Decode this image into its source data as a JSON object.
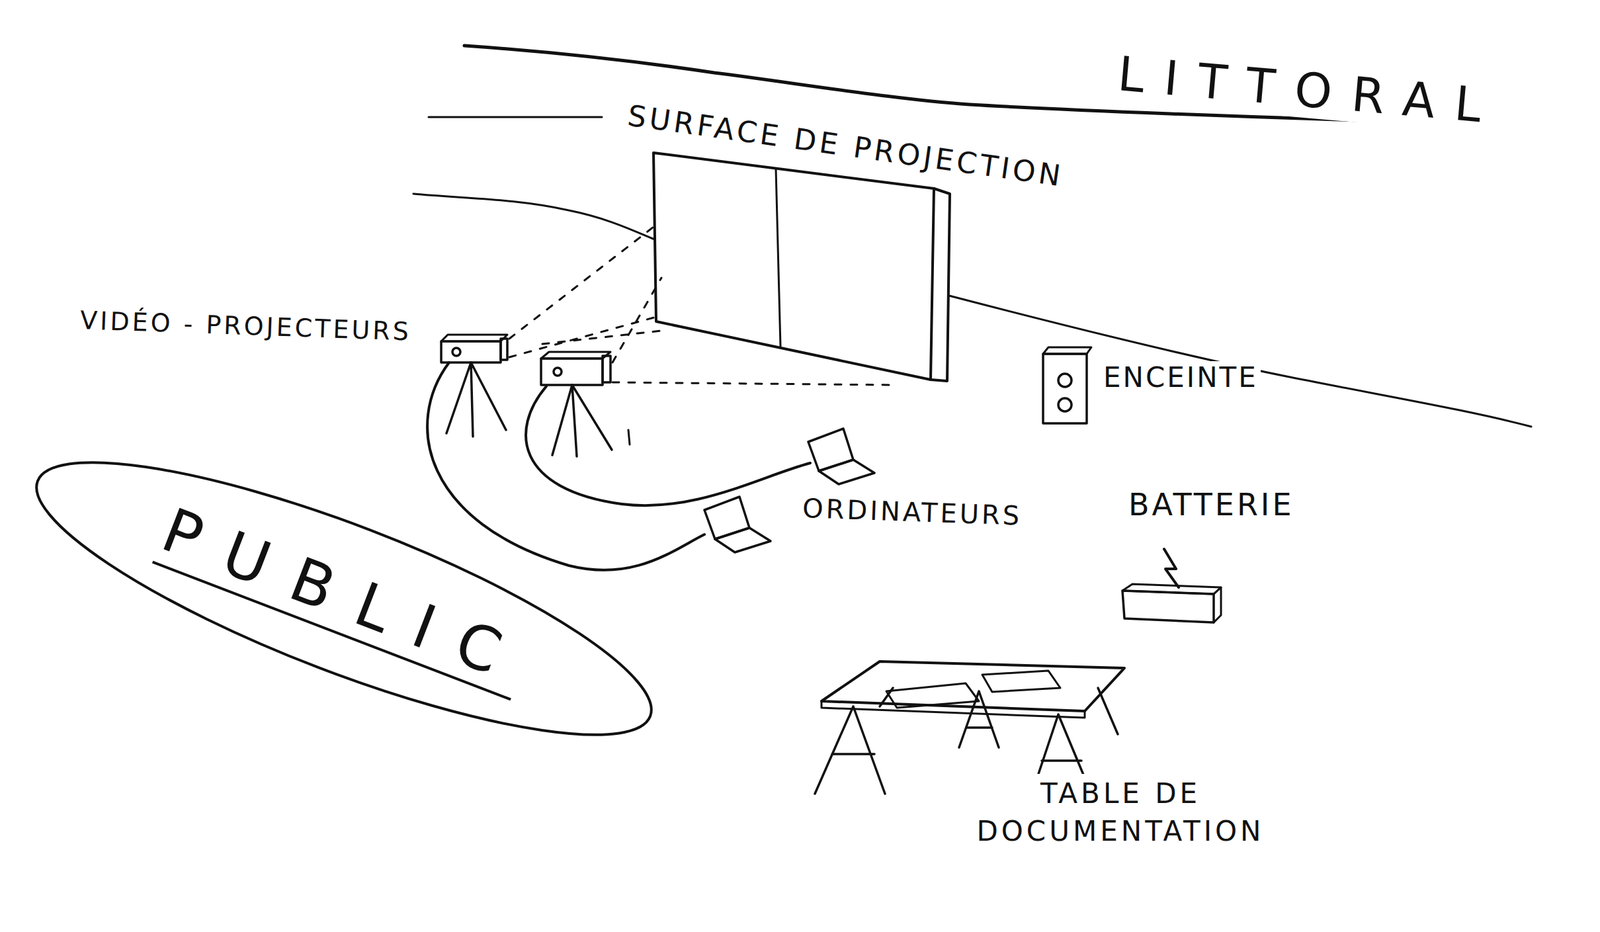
{
  "diagram": {
    "nodes": [
      {
        "text": [
          "PUBLIC"
        ]
      }
    ],
    "labels": [
      "LITTORAL",
      "SURFACE DE PROJECTION",
      "VIDÉO - PROJECTEURS",
      "ENCEINTE",
      "ORDINATEURS",
      "BATTERIE",
      "TABLE DE DOCUMENTATION"
    ]
  }
}
